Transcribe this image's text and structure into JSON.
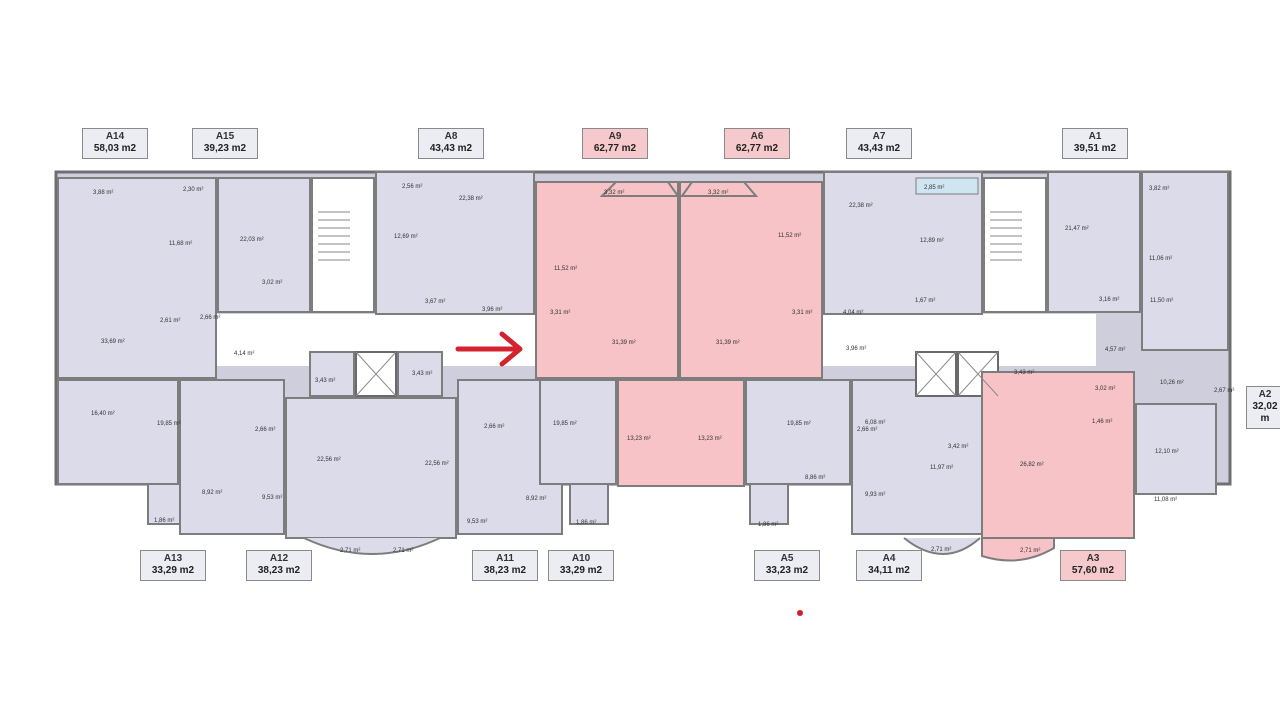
{
  "colors": {
    "apartment_fill": "#dcdbe9",
    "highlight_fill": "#f7c3c6",
    "wall": "#7d7d7d",
    "arrow": "#d2232f",
    "balcony_blue": "#cfe6f2"
  },
  "apartments": [
    {
      "code": "A14",
      "area": "58,03 m2",
      "highlight": false
    },
    {
      "code": "A15",
      "area": "39,23 m2",
      "highlight": false
    },
    {
      "code": "A8",
      "area": "43,43 m2",
      "highlight": false
    },
    {
      "code": "A9",
      "area": "62,77 m2",
      "highlight": true
    },
    {
      "code": "A6",
      "area": "62,77 m2",
      "highlight": true
    },
    {
      "code": "A7",
      "area": "43,43 m2",
      "highlight": false
    },
    {
      "code": "A1",
      "area": "39,51 m2",
      "highlight": false
    },
    {
      "code": "A2",
      "area": "32,02 m",
      "highlight": false
    },
    {
      "code": "A13",
      "area": "33,29 m2",
      "highlight": false
    },
    {
      "code": "A12",
      "area": "38,23 m2",
      "highlight": false
    },
    {
      "code": "A11",
      "area": "38,23 m2",
      "highlight": false
    },
    {
      "code": "A10",
      "area": "33,29 m2",
      "highlight": false
    },
    {
      "code": "A5",
      "area": "33,23 m2",
      "highlight": false
    },
    {
      "code": "A4",
      "area": "34,11 m2",
      "highlight": false
    },
    {
      "code": "A3",
      "area": "57,60 m2",
      "highlight": true
    }
  ],
  "rooms": [
    "3,88 m²",
    "2,30 m²",
    "11,68 m²",
    "22,03 m²",
    "3,02 m²",
    "2,61 m²",
    "2,66 m²",
    "33,69 m²",
    "4,14 m²",
    "2,56 m²",
    "12,69 m²",
    "22,38 m²",
    "3,67 m²",
    "3,96 m²",
    "11,52 m²",
    "3,31 m²",
    "31,39 m²",
    "3,32 m²",
    "3,32 m²",
    "31,39 m²",
    "11,52 m²",
    "3,31 m²",
    "22,38 m²",
    "2,85 m²",
    "12,89 m²",
    "1,67 m²",
    "4,04 m²",
    "3,96 m²",
    "21,47 m²",
    "3,82 m²",
    "11,06 m²",
    "3,16 m²",
    "11,50 m²",
    "4,57 m²",
    "10,26 m²",
    "3,02 m²",
    "2,67 m²",
    "1,46 m²",
    "12,10 m²",
    "11,08 m²",
    "26,82 m²",
    "3,43 m²",
    "2,71 m²",
    "16,40 m²",
    "19,85 m²",
    "2,66 m²",
    "8,92 m²",
    "9,53 m²",
    "1,86 m²",
    "3,43 m²",
    "3,43 m²",
    "22,56 m²",
    "22,56 m²",
    "2,71 m²",
    "2,71 m²",
    "2,66 m²",
    "19,85 m²",
    "9,53 m²",
    "8,92 m²",
    "1,86 m²",
    "13,23 m²",
    "13,23 m²",
    "19,85 m²",
    "2,66 m²",
    "8,86 m²",
    "9,93 m²",
    "1,86 m²",
    "6,08 m²",
    "3,42 m²",
    "11,97 m²",
    "2,71 m²"
  ]
}
